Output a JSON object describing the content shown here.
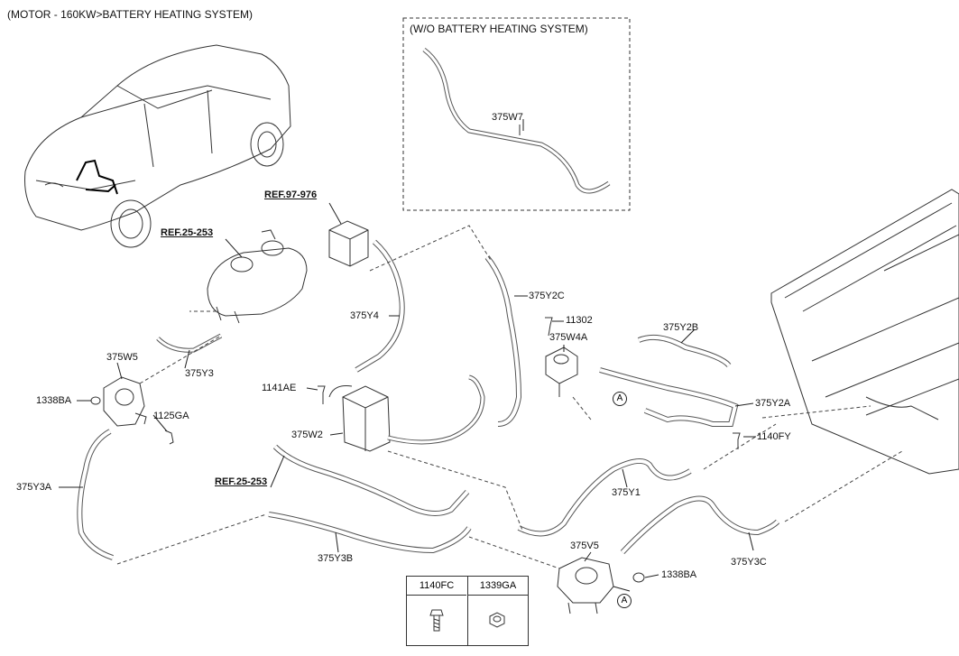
{
  "title": "(MOTOR - 160KW>BATTERY HEATING SYSTEM)",
  "inset_title": "(W/O BATTERY HEATING SYSTEM)",
  "refs": {
    "ref_97_976": "REF.97-976",
    "ref_25_253_top": "REF.25-253",
    "ref_25_253_bottom": "REF.25-253"
  },
  "parts": {
    "p375W7": "375W7",
    "p375Y4": "375Y4",
    "p375Y2C": "375Y2C",
    "p11302": "11302",
    "p375W4A": "375W4A",
    "p375Y2B": "375Y2B",
    "p375W5": "375W5",
    "p375Y3": "375Y3",
    "p1338BA_left": "1338BA",
    "p1125GA": "1125GA",
    "p1141AE": "1141AE",
    "p375W2": "375W2",
    "p375Y2A": "375Y2A",
    "p1140FY": "1140FY",
    "p375Y3A": "375Y3A",
    "p375Y1": "375Y1",
    "p375Y3B": "375Y3B",
    "p375V5": "375V5",
    "p1338BA_right": "1338BA",
    "p375Y3C": "375Y3C"
  },
  "markers": {
    "a_upper": "A",
    "a_lower": "A"
  },
  "legend": {
    "col1": "1140FC",
    "col2": "1339GA"
  }
}
